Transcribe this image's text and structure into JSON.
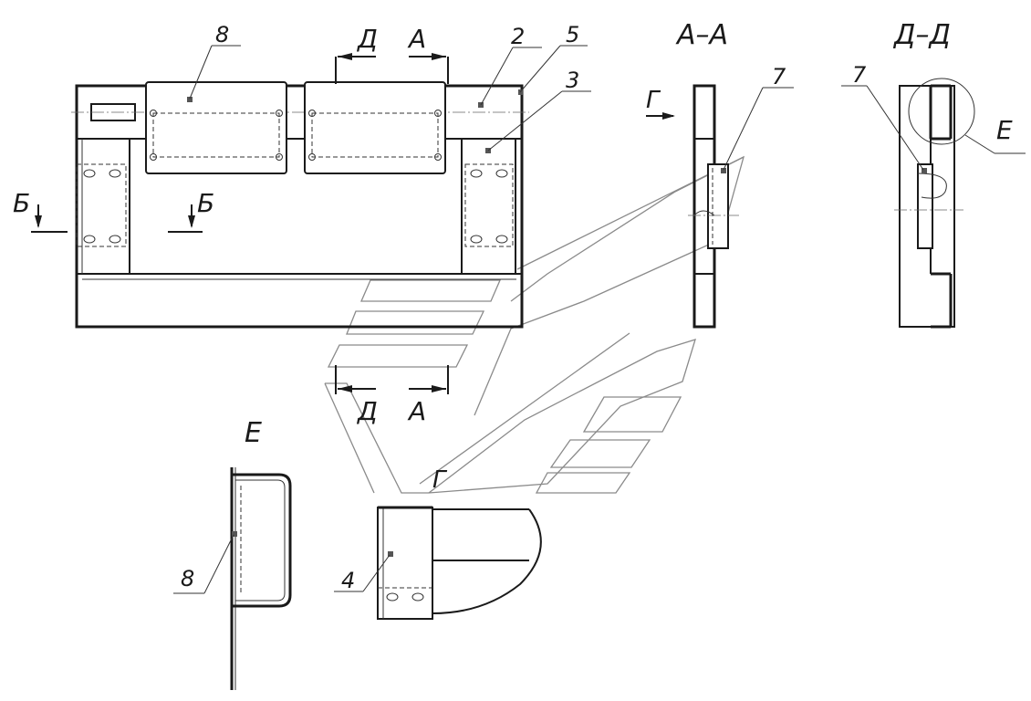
{
  "labels": {
    "callout_8_top": "8",
    "callout_2": "2",
    "callout_5": "5",
    "callout_3": "3",
    "callout_7_aa": "7",
    "callout_7_dd": "7",
    "callout_8_e": "8",
    "callout_4": "4",
    "mark_d_top": "Д",
    "mark_a_top": "А",
    "mark_d_bottom": "Д",
    "mark_a_bottom": "А",
    "mark_b_left": "Б",
    "mark_b_right": "Б",
    "mark_g_aa": "Г",
    "mark_g_ghost": "Г",
    "mark_e_ref": "Е",
    "view_aa": "А–А",
    "view_dd": "Д–Д",
    "view_e": "Е"
  }
}
